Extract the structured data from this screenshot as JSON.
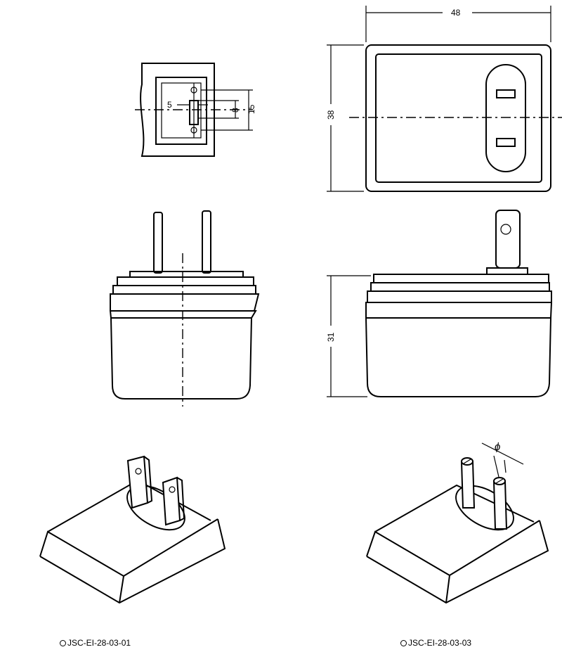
{
  "dimensions": {
    "width_top": "48",
    "height_top": "38",
    "height_side": "31",
    "detail_5": "5",
    "detail_8": "8",
    "detail_15": "15",
    "phi": "ϕ"
  },
  "captions": {
    "left": "JSC-EI-28-03-01",
    "right": "JSC-EI-28-03-03"
  }
}
